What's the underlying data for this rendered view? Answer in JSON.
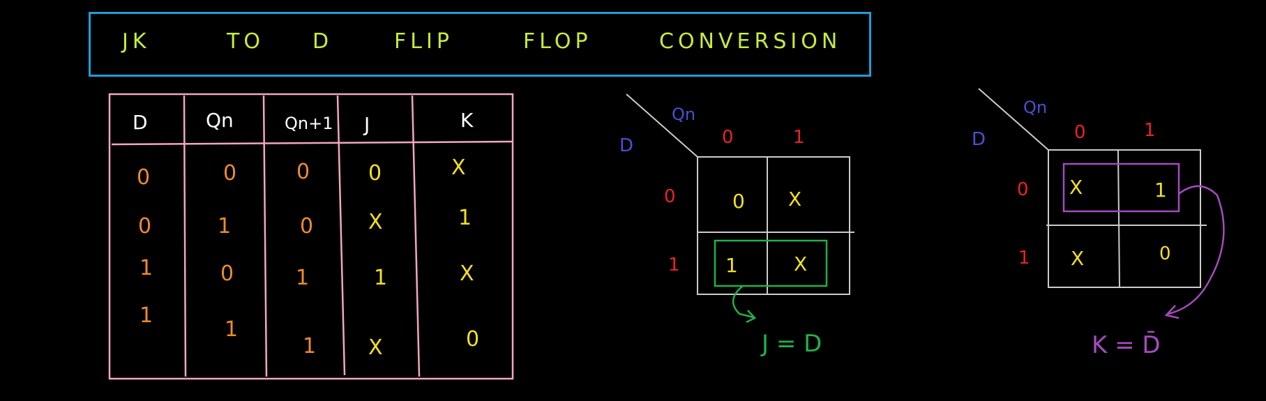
{
  "title": {
    "words": [
      "JK",
      "TO",
      "D",
      "FLIP",
      "FLOP",
      "CONVERSION"
    ]
  },
  "truth_table": {
    "headers": [
      "D",
      "Qn",
      "Qn+1",
      "J",
      "K"
    ],
    "rows": [
      [
        "0",
        "0",
        "0",
        "0",
        "X"
      ],
      [
        "0",
        "1",
        "0",
        "X",
        "1"
      ],
      [
        "1",
        "0",
        "1",
        "1",
        "X"
      ],
      [
        "1",
        "1",
        "1",
        "X",
        "0"
      ]
    ]
  },
  "kmap_j": {
    "row_var": "D",
    "col_var": "Qn",
    "col_labels": [
      "0",
      "1"
    ],
    "row_labels": [
      "0",
      "1"
    ],
    "cells": [
      [
        "0",
        "X"
      ],
      [
        "1",
        "X"
      ]
    ],
    "result": "J = D"
  },
  "kmap_k": {
    "row_var": "D",
    "col_var": "Qn",
    "col_labels": [
      "0",
      "1"
    ],
    "row_labels": [
      "0",
      "1"
    ],
    "cells": [
      [
        "X",
        "1"
      ],
      [
        "X",
        "0"
      ]
    ],
    "result": "K = D̄"
  },
  "colors": {
    "title": "#c7ec3c",
    "title_border": "#1aa0d8",
    "table_border": "#f4a6c1",
    "orange": "#f08a2c",
    "yellow": "#f4e020",
    "red": "#ee2222",
    "blue": "#4b4fd6",
    "green": "#22b04a",
    "purple": "#a64bbf",
    "grid": "#cccccc"
  }
}
